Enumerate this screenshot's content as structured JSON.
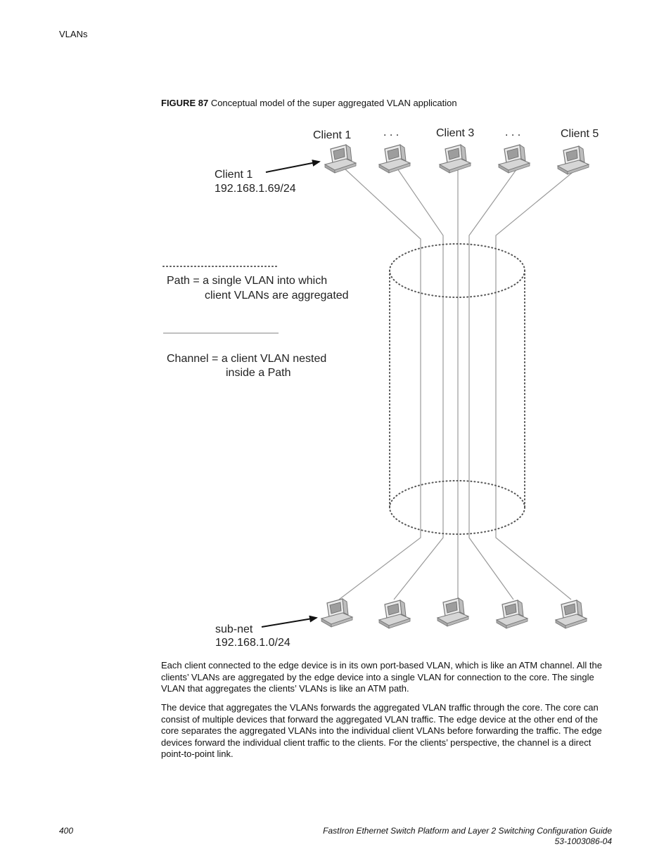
{
  "header": {
    "section": "VLANs"
  },
  "figure": {
    "caption_label": "FIGURE 87",
    "caption_text": "Conceptual model of the super aggregated VLAN application",
    "client_labels": [
      "Client 1",
      "Client 3",
      "Client 5"
    ],
    "ellipsis": ". . .",
    "client_callout": [
      "Client 1",
      "192.168.1.69/24"
    ],
    "legend_path": [
      "Path = a single VLAN into which",
      "client VLANs are aggregated"
    ],
    "legend_channel": [
      "Channel = a client VLAN nested",
      "inside a Path"
    ],
    "subnet_callout": [
      "sub-net",
      "192.168.1.0/24"
    ]
  },
  "body": {
    "paragraphs": [
      "Each client connected to the edge device is in its own port-based VLAN, which is like an ATM channel. All the clients’ VLANs are aggregated by the edge device into a single VLAN for connection to the core. The single VLAN that aggregates the clients’ VLANs is like an ATM path.",
      "The device that aggregates the VLANs forwards the aggregated VLAN traffic through the core. The core can consist of multiple devices that forward the aggregated VLAN traffic. The edge device at the other end of the core separates the aggregated VLANs into the individual client VLANs before forwarding the traffic. The edge devices forward the individual client traffic to the clients. For the clients’ perspective, the channel is a direct point-to-point link."
    ]
  },
  "footer": {
    "page_number": "400",
    "doc_title": "FastIron Ethernet Switch Platform and Layer 2 Switching Configuration Guide",
    "doc_number": "53-1003086-04"
  },
  "colors": {
    "line": "#9a9a9a",
    "dots": "#555555",
    "computer": "#7a7a7a"
  }
}
